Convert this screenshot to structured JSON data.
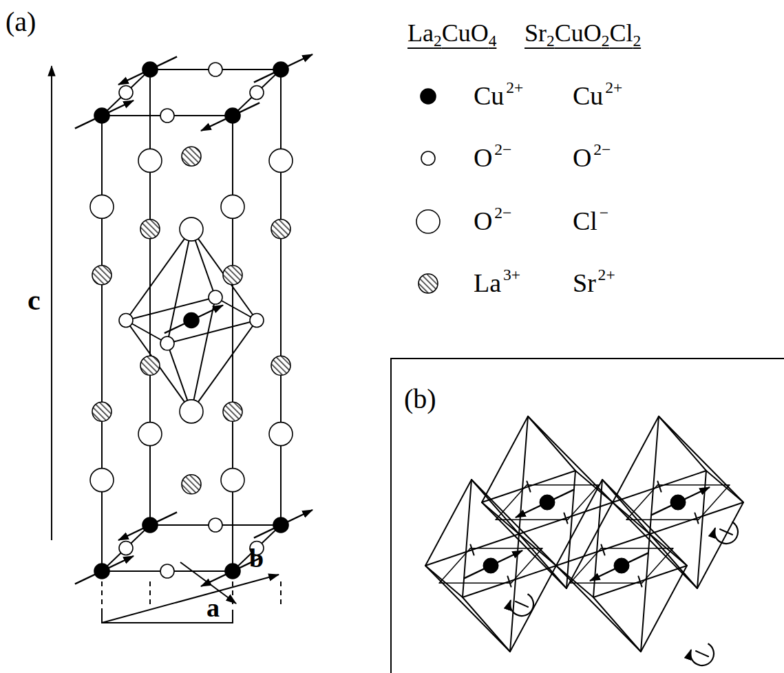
{
  "diagram": {
    "nodes": [
      {
        "text": [
          "(b)"
        ]
      }
    ],
    "labels": [
      "(a)",
      "c",
      "a",
      "b",
      "La2CuO4",
      "Sr2CuO2Cl2",
      "Cu2+",
      "O2−",
      "Cl−",
      "Sr2+"
    ],
    "legend": [
      {
        "text": "Cu2+"
      },
      {
        "text": "O2−"
      },
      {
        "text": "O2−"
      },
      {
        "text": "La3+"
      }
    ]
  }
}
